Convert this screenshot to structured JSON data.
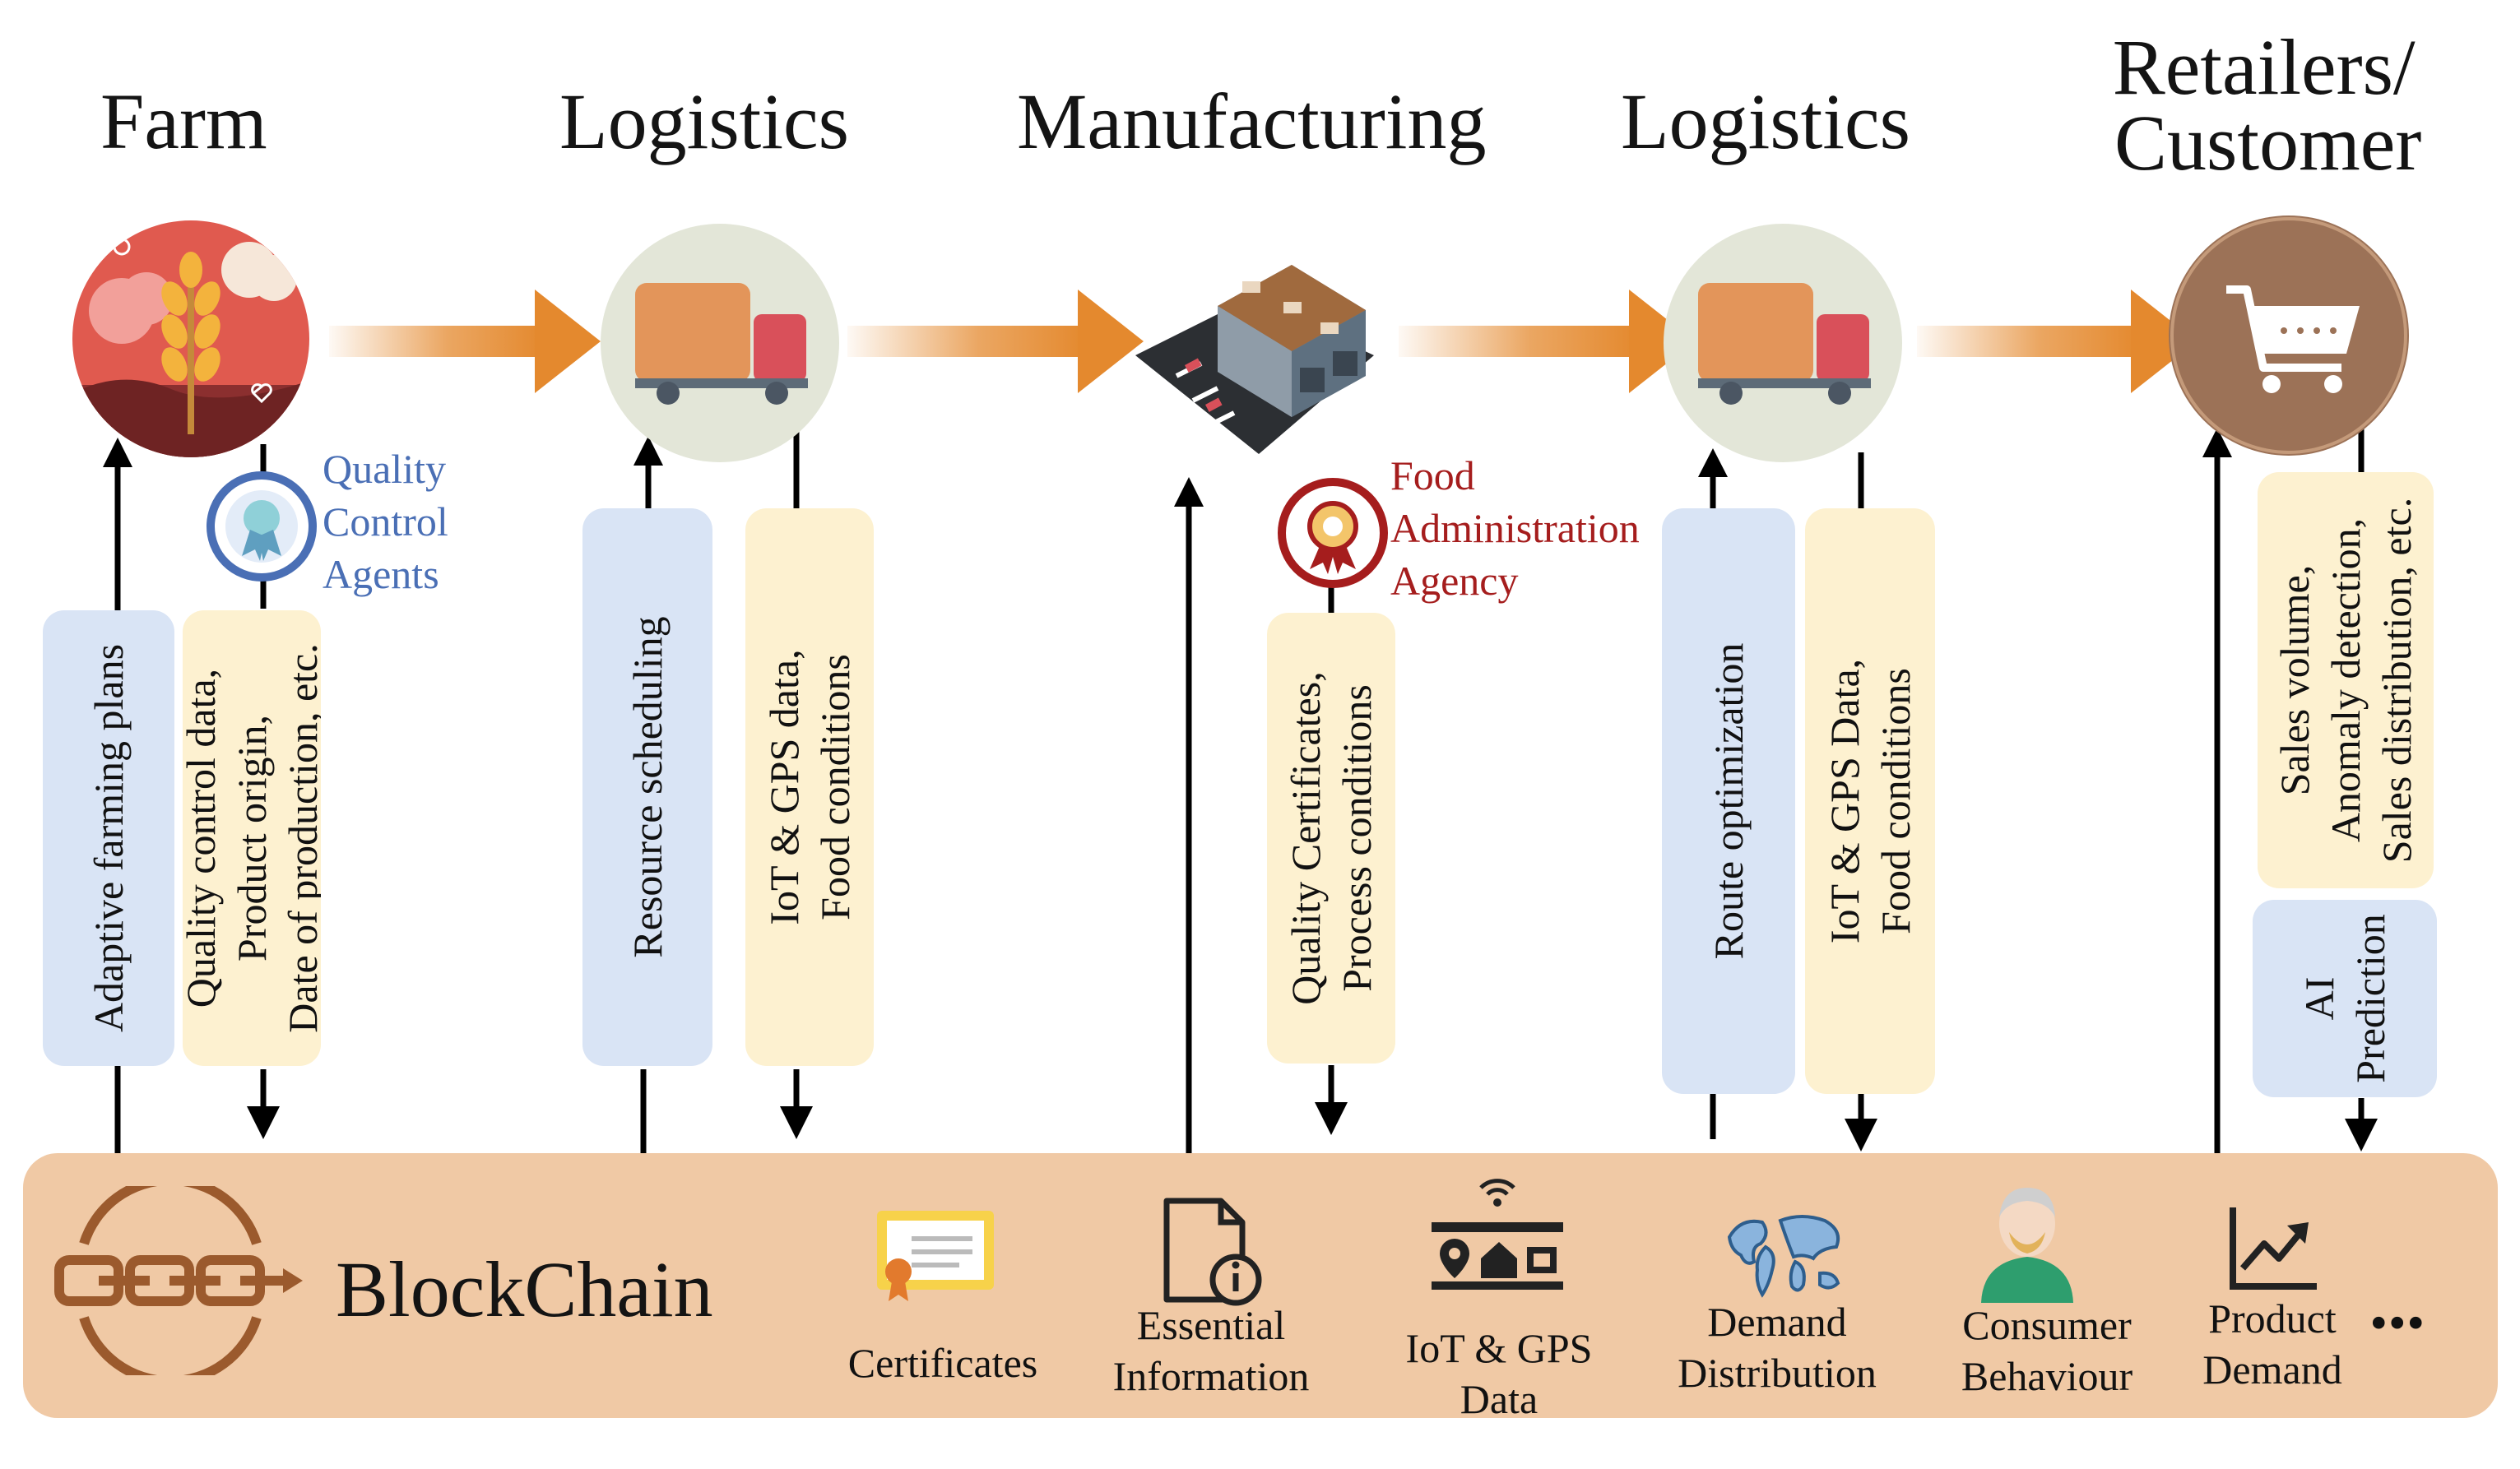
{
  "stages": [
    {
      "id": "farm",
      "title": "Farm"
    },
    {
      "id": "logistics-1",
      "title": "Logistics"
    },
    {
      "id": "manufacturing",
      "title": "Manufacturing"
    },
    {
      "id": "logistics-2",
      "title": "Logistics"
    },
    {
      "id": "retail",
      "title_lines": [
        "Retailers/",
        "Customer"
      ]
    }
  ],
  "agents": {
    "quality_control": {
      "lines": [
        "Quality",
        "Control",
        "Agents"
      ],
      "color": "#4a6fb5"
    },
    "food_admin": {
      "lines": [
        "Food",
        "Administration",
        "Agency"
      ],
      "color": "#a51d1d"
    }
  },
  "vertical_labels": {
    "farm_plans": {
      "lines": [
        "Adaptive farming plans"
      ]
    },
    "farm_data": {
      "lines": [
        "Quality control data,",
        "Product origin,",
        "Date of production, etc."
      ]
    },
    "logistics1_sched": {
      "lines": [
        "Resource scheduling"
      ]
    },
    "logistics1_data": {
      "lines": [
        "IoT & GPS data,",
        "Food conditions"
      ]
    },
    "manuf_data": {
      "lines": [
        "Quality Certificates,",
        "Process conditions"
      ]
    },
    "logistics2_route": {
      "lines": [
        "Route  optimization"
      ]
    },
    "logistics2_data": {
      "lines": [
        "IoT & GPS Data,",
        "Food conditions"
      ]
    },
    "retail_data": {
      "lines": [
        "Sales volume,",
        "Anomaly detection,",
        "Sales distribution, etc."
      ]
    },
    "retail_ai": {
      "lines": [
        "AI",
        "Prediction"
      ]
    }
  },
  "blockchain": {
    "title": "BlockChain",
    "items": [
      {
        "id": "certificates",
        "lines": [
          "Certificates"
        ],
        "icon": "certificate-icon"
      },
      {
        "id": "essential",
        "lines": [
          "Essential",
          "Information"
        ],
        "icon": "document-info-icon"
      },
      {
        "id": "iot",
        "lines": [
          "IoT & GPS",
          "Data"
        ],
        "icon": "iot-gps-icon"
      },
      {
        "id": "demand-dist",
        "lines": [
          "Demand",
          "Distribution"
        ],
        "icon": "world-map-icon"
      },
      {
        "id": "consumer",
        "lines": [
          "Consumer",
          "Behaviour"
        ],
        "icon": "consumer-icon"
      },
      {
        "id": "product-demand",
        "lines": [
          "Product",
          "Demand"
        ],
        "icon": "growth-chart-icon"
      }
    ],
    "more": "..."
  },
  "colors": {
    "flow_arrow": "#e4892e",
    "blockchain_bg": "#f0c9a5",
    "blue_box": "#d9e4f5",
    "yellow_box": "#fdf1d0",
    "circle_bg": "#e3e6d8",
    "truck_body": "#e3955a",
    "truck_cab": "#d9505a",
    "retail_circle": "#9c7257",
    "farm_circle": "#e05a4f"
  }
}
